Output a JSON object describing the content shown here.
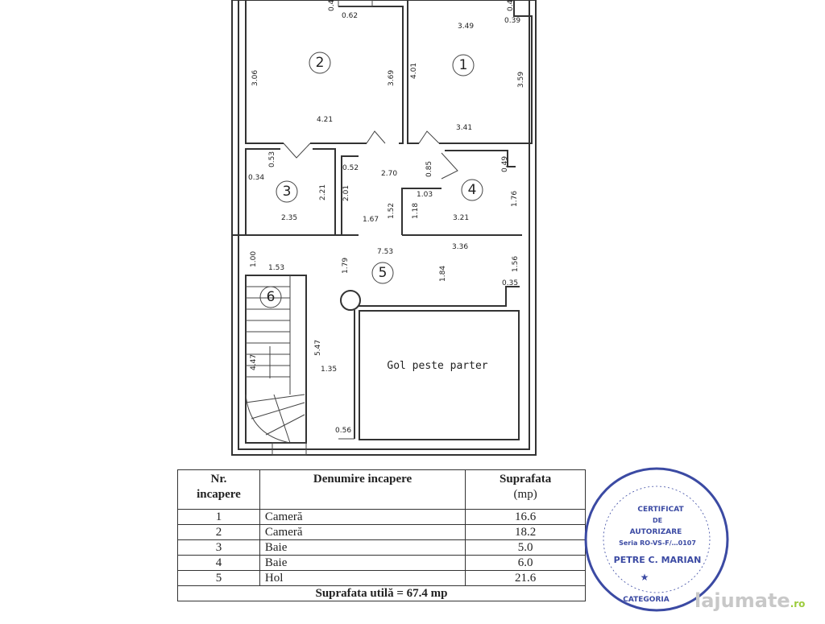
{
  "plan": {
    "rooms": [
      "1",
      "2",
      "3",
      "4",
      "5",
      "6"
    ],
    "gol_label": "Gol peste parter",
    "dims": [
      "0.4",
      "0.62",
      "3.49",
      "0.4",
      "0.39",
      "3.06",
      "3.69",
      "4.01",
      "3.59",
      "4.21",
      "3.41",
      "0.53",
      "0.34",
      "2.21",
      "2.35",
      "0.52",
      "2.70",
      "0.85",
      "0.49",
      "2.01",
      "1.03",
      "1.76",
      "1.52",
      "1.18",
      "1.67",
      "3.21",
      "7.53",
      "3.36",
      "1.00",
      "1.53",
      "1.79",
      "1.84",
      "1.56",
      "0.35",
      "5.47",
      "4.47",
      "1.35",
      "0.56"
    ]
  },
  "table": {
    "headers": {
      "nr": "Nr.",
      "nr2": "incapere",
      "name": "Denumire incapere",
      "area": "Suprafata",
      "area_unit": "(mp)"
    },
    "rows": [
      {
        "nr": "1",
        "name": "Cameră",
        "area": "16.6"
      },
      {
        "nr": "2",
        "name": "Cameră",
        "area": "18.2"
      },
      {
        "nr": "3",
        "name": "Baie",
        "area": "5.0"
      },
      {
        "nr": "4",
        "name": "Baie",
        "area": "6.0"
      },
      {
        "nr": "5",
        "name": "Hol",
        "area": "21.6"
      }
    ],
    "total": "Suprafata utilă = 67.4 mp"
  },
  "stamp": {
    "line1": "CERTIFICAT",
    "line2": "DE",
    "line3": "AUTORIZARE",
    "line4": "Seria RO-VS-F/…0107",
    "name": "PETRE C. MARIAN",
    "bottom": "CATEGORIA",
    "color": "#3b4aa3"
  },
  "watermark": {
    "brand": "lajumate",
    "tld": ".ro"
  }
}
